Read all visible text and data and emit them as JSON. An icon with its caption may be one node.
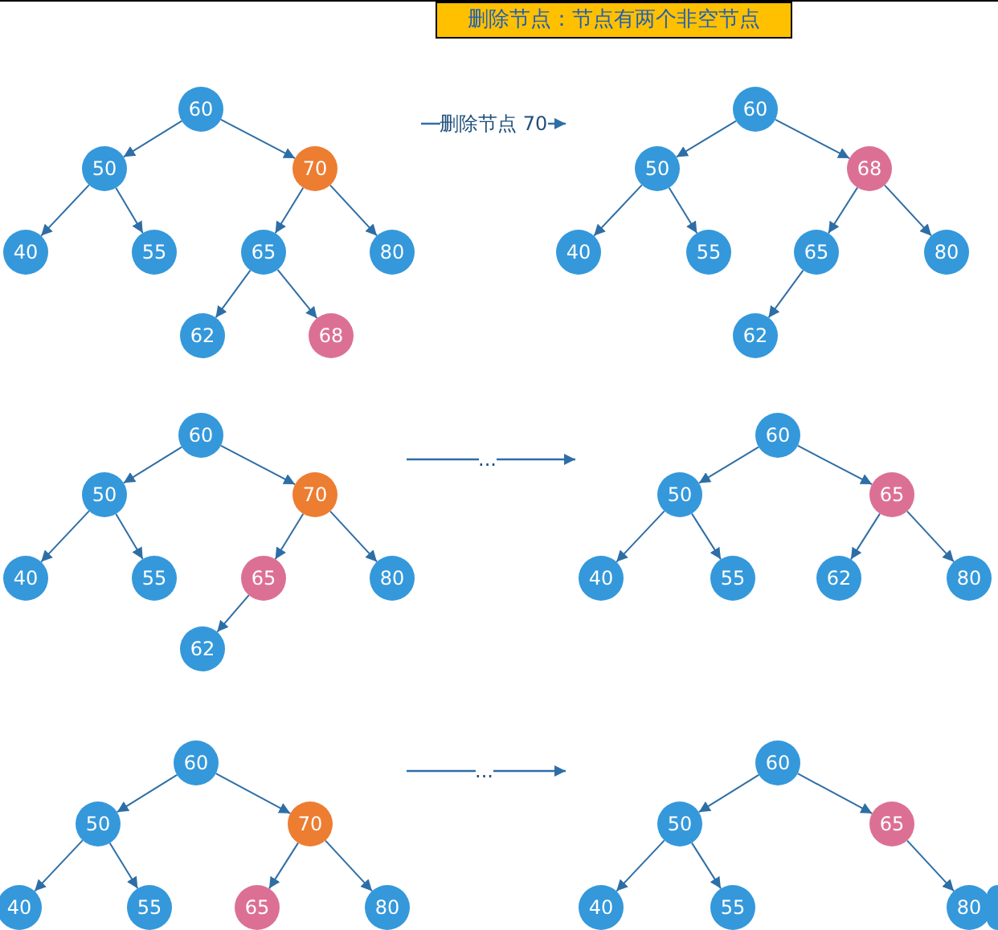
{
  "diagram": {
    "title": "删除节点：节点有两个非空节点",
    "nodes": [
      {
        "text": [
          "60"
        ]
      },
      {
        "text": [
          "50"
        ]
      },
      {
        "text": [
          "70"
        ]
      },
      {
        "text": [
          "40"
        ]
      },
      {
        "text": [
          "55"
        ]
      },
      {
        "text": [
          "65"
        ]
      },
      {
        "text": [
          "80"
        ]
      },
      {
        "text": [
          "62"
        ]
      },
      {
        "text": [
          "68"
        ]
      },
      {
        "text": [
          "60"
        ]
      },
      {
        "text": [
          "50"
        ]
      },
      {
        "text": [
          "68"
        ]
      },
      {
        "text": [
          "40"
        ]
      },
      {
        "text": [
          "55"
        ]
      },
      {
        "text": [
          "65"
        ]
      },
      {
        "text": [
          "80"
        ]
      },
      {
        "text": [
          "62"
        ]
      },
      {
        "text": [
          "60"
        ]
      },
      {
        "text": [
          "50"
        ]
      },
      {
        "text": [
          "70"
        ]
      },
      {
        "text": [
          "40"
        ]
      },
      {
        "text": [
          "55"
        ]
      },
      {
        "text": [
          "65"
        ]
      },
      {
        "text": [
          "80"
        ]
      },
      {
        "text": [
          "62"
        ]
      },
      {
        "text": [
          "60"
        ]
      },
      {
        "text": [
          "50"
        ]
      },
      {
        "text": [
          "65"
        ]
      },
      {
        "text": [
          "40"
        ]
      },
      {
        "text": [
          "55"
        ]
      },
      {
        "text": [
          "62"
        ]
      },
      {
        "text": [
          "80"
        ]
      },
      {
        "text": [
          "60"
        ]
      },
      {
        "text": [
          "50"
        ]
      },
      {
        "text": [
          "70"
        ]
      },
      {
        "text": [
          "40"
        ]
      },
      {
        "text": [
          "55"
        ]
      },
      {
        "text": [
          "65"
        ]
      },
      {
        "text": [
          "80"
        ]
      },
      {
        "text": [
          "60"
        ]
      },
      {
        "text": [
          "50"
        ]
      },
      {
        "text": [
          "65"
        ]
      },
      {
        "text": [
          "40"
        ]
      },
      {
        "text": [
          "55"
        ]
      },
      {
        "text": [
          "80"
        ]
      },
      {
        "text": [],
        "shape": "circle"
      }
    ],
    "edges": [
      {
        "from": 0,
        "to": 1,
        "arrow": "to"
      },
      {
        "from": 0,
        "to": 2,
        "arrow": "to"
      },
      {
        "from": 1,
        "to": 3,
        "arrow": "to"
      },
      {
        "from": 1,
        "to": 4,
        "arrow": "to"
      },
      {
        "from": 2,
        "to": 5,
        "arrow": "to"
      },
      {
        "from": 2,
        "to": 6,
        "arrow": "to"
      },
      {
        "from": 5,
        "to": 7,
        "arrow": "to"
      },
      {
        "from": 5,
        "to": 8,
        "arrow": "to"
      },
      {
        "from": 9,
        "to": 10,
        "arrow": "to"
      },
      {
        "from": 9,
        "to": 11,
        "arrow": "to"
      },
      {
        "from": 10,
        "to": 12,
        "arrow": "to"
      },
      {
        "from": 10,
        "to": 13,
        "arrow": "to"
      },
      {
        "from": 11,
        "to": 14,
        "arrow": "to"
      },
      {
        "from": 11,
        "to": 15,
        "arrow": "to"
      },
      {
        "from": 14,
        "to": 16,
        "arrow": "to"
      },
      {
        "from": 17,
        "to": 18,
        "arrow": "to"
      },
      {
        "from": 17,
        "to": 19,
        "arrow": "to"
      },
      {
        "from": 18,
        "to": 20,
        "arrow": "to"
      },
      {
        "from": 18,
        "to": 21,
        "arrow": "to"
      },
      {
        "from": 19,
        "to": 22,
        "arrow": "to"
      },
      {
        "from": 19,
        "to": 23,
        "arrow": "to"
      },
      {
        "from": 22,
        "to": 24,
        "arrow": "to"
      },
      {
        "from": 25,
        "to": 26,
        "arrow": "to"
      },
      {
        "from": 25,
        "to": 27,
        "arrow": "to"
      },
      {
        "from": 26,
        "to": 28,
        "arrow": "to"
      },
      {
        "from": 26,
        "to": 29,
        "arrow": "to"
      },
      {
        "from": 27,
        "to": 30,
        "arrow": "to"
      },
      {
        "from": 27,
        "to": 31,
        "arrow": "to"
      },
      {
        "from": 32,
        "to": 33,
        "arrow": "to"
      },
      {
        "from": 32,
        "to": 34,
        "arrow": "to"
      },
      {
        "from": 33,
        "to": 35,
        "arrow": "to"
      },
      {
        "from": 33,
        "to": 36,
        "arrow": "to"
      },
      {
        "from": 34,
        "to": 37,
        "arrow": "to"
      },
      {
        "from": 34,
        "to": 38,
        "arrow": "to"
      },
      {
        "from": 39,
        "to": 40,
        "arrow": "to"
      },
      {
        "from": 39,
        "to": 41,
        "arrow": "to"
      },
      {
        "from": 40,
        "to": 42,
        "arrow": "to"
      },
      {
        "from": 40,
        "to": 43,
        "arrow": "to"
      },
      {
        "from": 41,
        "to": 44,
        "arrow": "to"
      }
    ],
    "labels": [
      "删除节点 70",
      "...",
      "..."
    ]
  }
}
